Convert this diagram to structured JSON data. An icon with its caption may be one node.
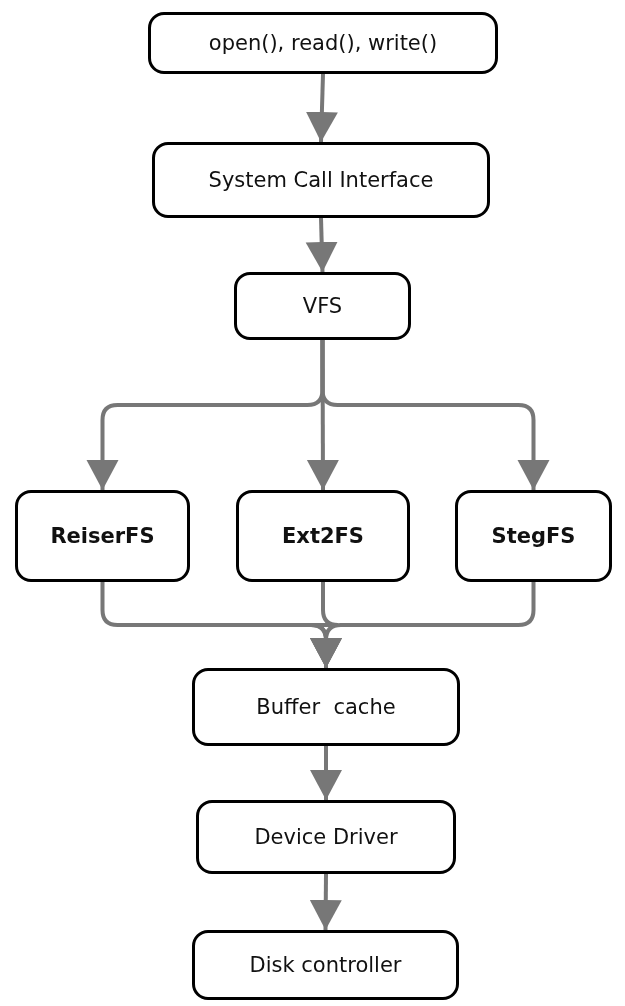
{
  "diagram": {
    "nodes": [
      {
        "text": [
          "open(), read(), write()"
        ]
      },
      {
        "text": [
          "System Call Interface"
        ]
      },
      {
        "text": [
          "VFS"
        ]
      },
      {
        "text": [
          "ReiserFS"
        ]
      },
      {
        "text": [
          "Ext2FS"
        ]
      },
      {
        "text": [
          "StegFS"
        ]
      },
      {
        "text": [
          "Buffer  cache"
        ]
      },
      {
        "text": [
          "Device Driver"
        ]
      },
      {
        "text": [
          "Disk controller"
        ]
      }
    ],
    "edges": [
      {
        "from": 0,
        "to": 1,
        "arrow": "to"
      },
      {
        "from": 1,
        "to": 2,
        "arrow": "to"
      },
      {
        "from": 2,
        "to": 3,
        "arrow": "to"
      },
      {
        "from": 2,
        "to": 4,
        "arrow": "to"
      },
      {
        "from": 2,
        "to": 5,
        "arrow": "to"
      },
      {
        "from": 3,
        "to": 6,
        "arrow": "to"
      },
      {
        "from": 4,
        "to": 6,
        "arrow": "to"
      },
      {
        "from": 5,
        "to": 6,
        "arrow": "to"
      },
      {
        "from": 6,
        "to": 7,
        "arrow": "to"
      },
      {
        "from": 7,
        "to": 8,
        "arrow": "to"
      }
    ]
  }
}
